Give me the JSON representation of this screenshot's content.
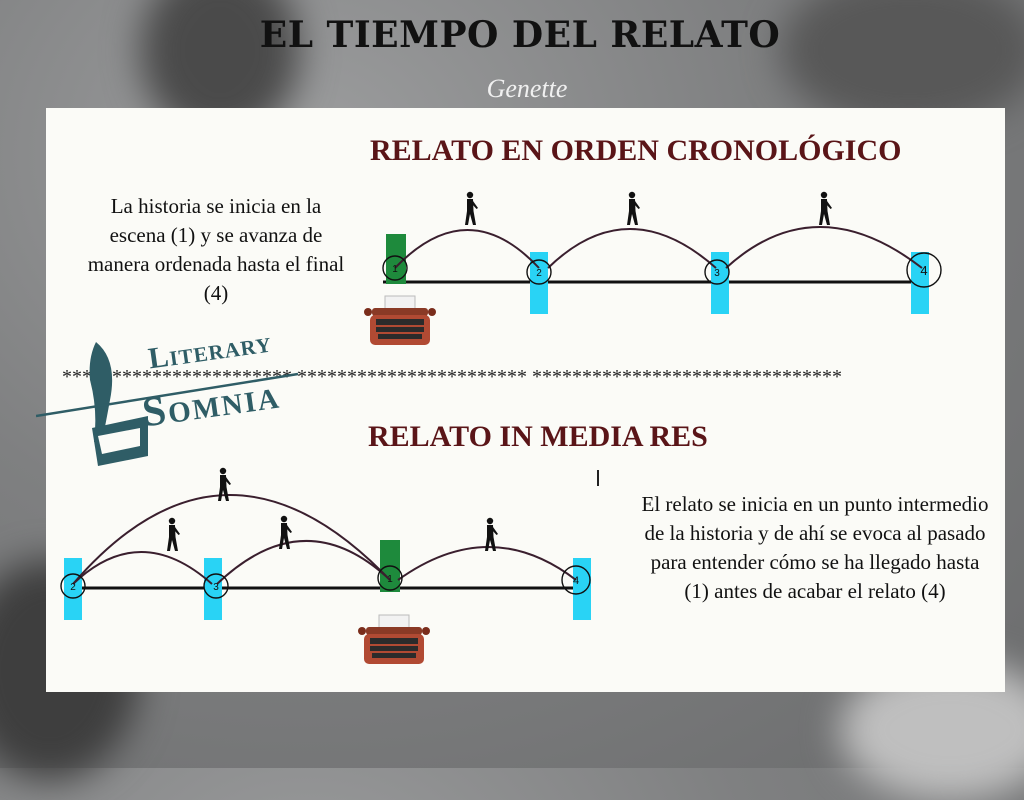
{
  "title": "EL TIEMPO DEL RELATO",
  "subtitle": "Genette",
  "section_chrono": {
    "title": "RELATO EN ORDEN CRONOLÓGICO",
    "description": "La historia se inicia en la escena  (1) y se avanza de manera ordenada hasta el final (4)",
    "nodes": [
      "1",
      "2",
      "3",
      "4"
    ]
  },
  "separator": "*********************** *********************** *******************************",
  "section_media": {
    "title": "RELATO IN MEDIA RES",
    "description": "El relato se inicia en un punto intermedio de la historia  y de ahí se evoca al pasado para entender cómo se ha llegado hasta (1) antes de acabar el relato (4)",
    "nodes": [
      "2",
      "3",
      "1",
      "4"
    ]
  },
  "logo": {
    "line1": "Literary",
    "line2": "Somnia"
  },
  "colors": {
    "title_dark": "#111111",
    "section_title": "#5a1518",
    "marker": "#29d3f5",
    "marker_first": "#1e8a3c",
    "arc": "#3a1f2e",
    "logo": "#2f5d66"
  }
}
